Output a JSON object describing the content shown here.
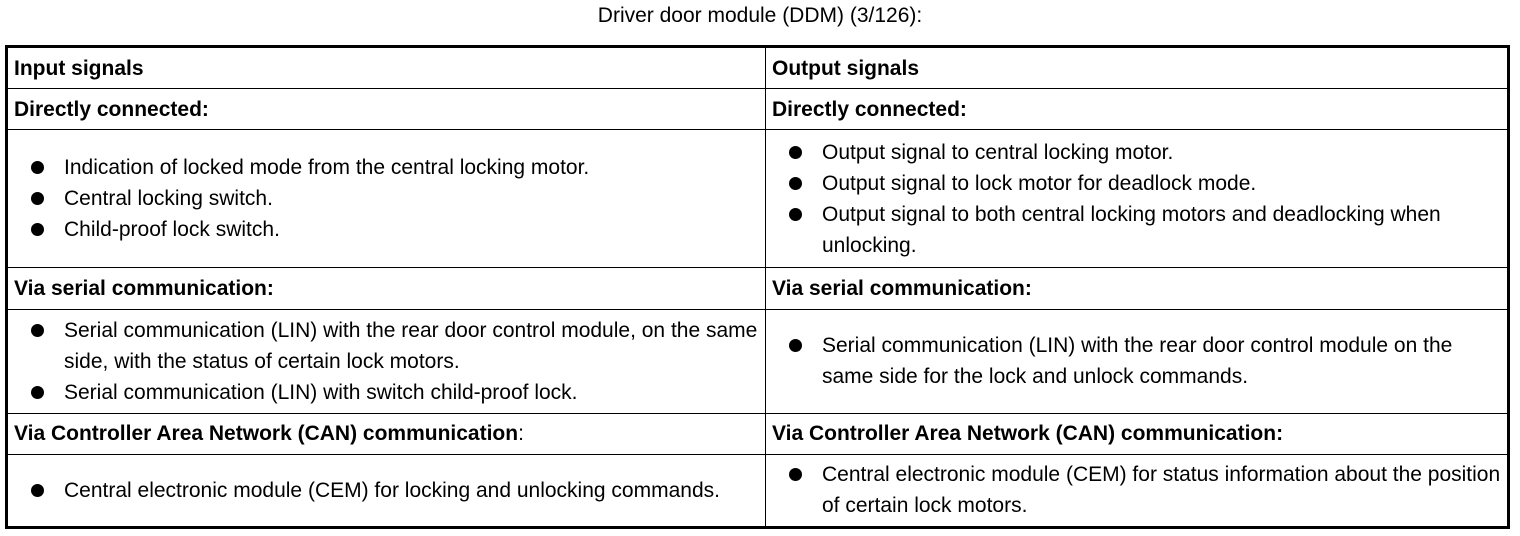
{
  "caption": "Driver door module (DDM) (3/126):",
  "table": {
    "header": {
      "input": "Input signals",
      "output": "Output signals"
    },
    "sections": [
      {
        "input_heading": "Directly connected:",
        "output_heading": "Directly connected:",
        "input_items": [
          "Indication of locked mode from the central locking motor.",
          "Central locking switch.",
          "Child-proof lock switch."
        ],
        "output_items": [
          "Output signal to central locking motor.",
          "Output signal to lock motor for deadlock mode.",
          "Output signal to both central locking motors and deadlocking when unlocking."
        ]
      },
      {
        "input_heading": "Via serial communication:",
        "output_heading": "Via serial communication:",
        "input_items": [
          "Serial communication (LIN) with the rear door control module, on the same side, with the status of certain lock motors.",
          "Serial communication (LIN) with switch child-proof lock."
        ],
        "output_items": [
          "Serial communication (LIN) with the rear door control module on the same side for the lock and unlock commands."
        ]
      },
      {
        "input_heading": "Via Controller Area Network (CAN) communication",
        "input_heading_suffix": ":",
        "output_heading": "Via Controller Area Network (CAN) communication:",
        "input_items": [
          "Central electronic module (CEM) for locking and unlocking commands."
        ],
        "output_items": [
          "Central electronic module (CEM) for status information about the position of certain lock motors."
        ]
      }
    ]
  }
}
